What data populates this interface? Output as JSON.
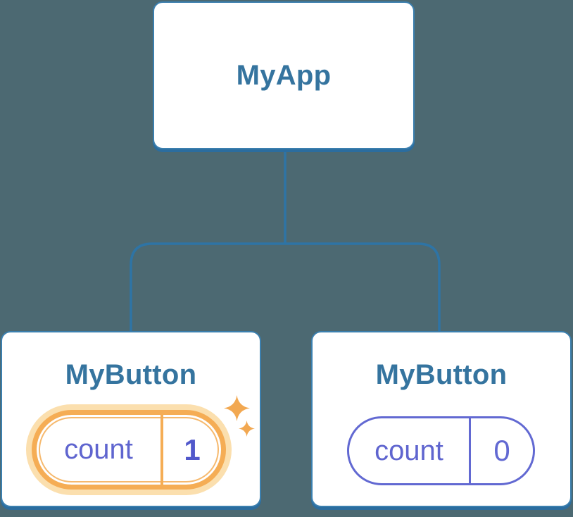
{
  "tree": {
    "root": {
      "label": "MyApp"
    },
    "children": [
      {
        "label": "MyButton",
        "state": {
          "key": "count",
          "value": "1"
        },
        "highlighted": true
      },
      {
        "label": "MyButton",
        "state": {
          "key": "count",
          "value": "0"
        },
        "highlighted": false
      }
    ]
  },
  "icons": {
    "sparkle_large": "sparkle-icon",
    "sparkle_small": "sparkle-icon"
  },
  "colors": {
    "background": "#4c6972",
    "connector_blue": "#2e74a5",
    "node_border": "#3b7fae",
    "node_shadow": "#2b6d9f",
    "heading_text": "#35749f",
    "state_purple": "#6269d2",
    "state_value_bold": "#5158cb",
    "highlight_orange": "#f5ad55",
    "highlight_halo": "#fbdfae",
    "sparkle_orange": "#f2a851"
  }
}
